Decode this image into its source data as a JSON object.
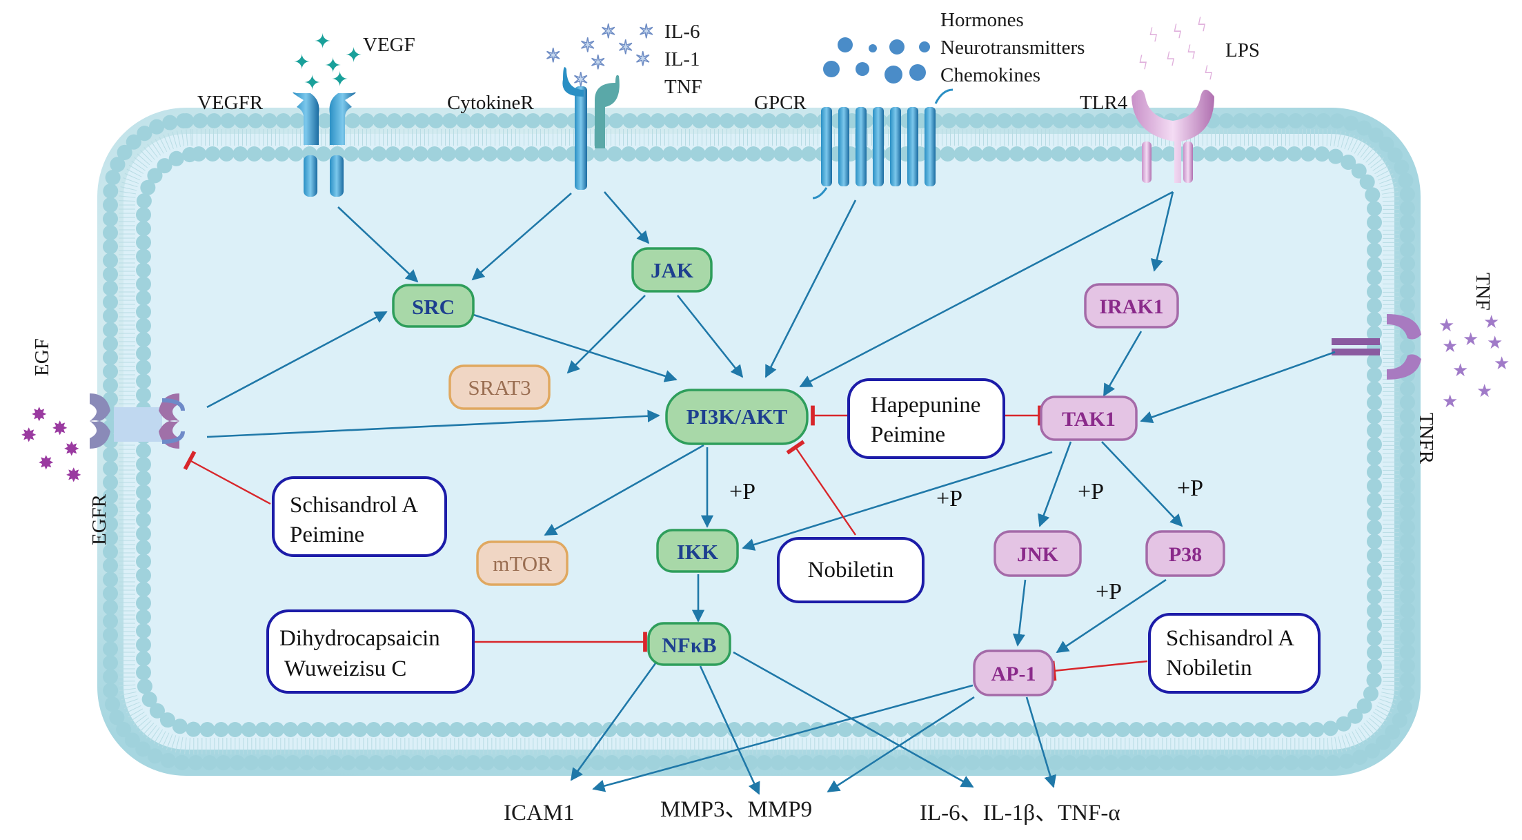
{
  "ligands": {
    "vegf": "VEGF",
    "il6": "IL-6",
    "il1": "IL-1",
    "tnf_top": "TNF",
    "hormones": "Hormones",
    "neurotransmitters": "Neurotransmitters",
    "chemokines": "Chemokines",
    "lps": "LPS",
    "egf": "EGF",
    "tnf_right": "TNF"
  },
  "receptors": {
    "vegfr": "VEGFR",
    "cytokiner": "CytokineR",
    "gpcr": "GPCR",
    "tlr4": "TLR4",
    "egfr": "EGFR",
    "tnfr": "TNFR"
  },
  "nodes": {
    "src": "SRC",
    "jak": "JAK",
    "srat3": "SRAT3",
    "pi3k_akt": "PI3K/AKT",
    "mtor": "mTOR",
    "ikk": "IKK",
    "nfkb": "NFκB",
    "irak1": "IRAK1",
    "tak1": "TAK1",
    "jnk": "JNK",
    "p38": "P38",
    "ap1": "AP-1"
  },
  "drugs": {
    "hapepunine_peimine": [
      "Hapepunine",
      "Peimine"
    ],
    "schisandrol_peimine": [
      "Schisandrol A",
      "Peimine"
    ],
    "nobiletin": [
      "Nobiletin"
    ],
    "dihydrocapsaicin_wuweizisu": [
      "Dihydrocapsaicin",
      "Wuweizisu C"
    ],
    "schisandrol_nobiletin": [
      "Schisandrol A",
      "Nobiletin"
    ]
  },
  "phosphorylation": "+P",
  "outputs": {
    "icam1": "ICAM1",
    "mmp": "MMP3、MMP9",
    "cytokines": "IL-6、IL-1β、TNF-α"
  },
  "colors": {
    "membrane_bead": "#bfe2e8",
    "cytoplasm": "#dcf0f8",
    "arrow": "#1f78a8",
    "inhibition": "#d8262b",
    "green_node_fill": "#a8d8a8",
    "pink_node_fill": "#e4c4e4",
    "tan_node_fill": "#f0d6c4",
    "drug_border": "#1c1ca8"
  }
}
